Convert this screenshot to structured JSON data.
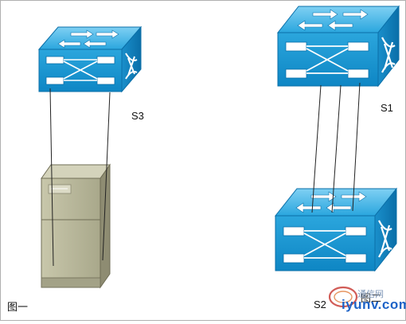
{
  "labels": {
    "s3": "S3",
    "s1": "S1",
    "s2": "S2",
    "fig1": "图一",
    "fig2": "图二"
  },
  "watermark": {
    "cn": "通信网",
    "en": "iyunv.com"
  },
  "colors": {
    "switch_top": "#3fb3e6",
    "switch_front": "#1596d3",
    "switch_side": "#0b77b5",
    "server_front": "#b8b79a",
    "server_side": "#8d8b70",
    "server_top": "#cfceb5"
  },
  "icons": [
    "switch-icon",
    "server-icon"
  ]
}
